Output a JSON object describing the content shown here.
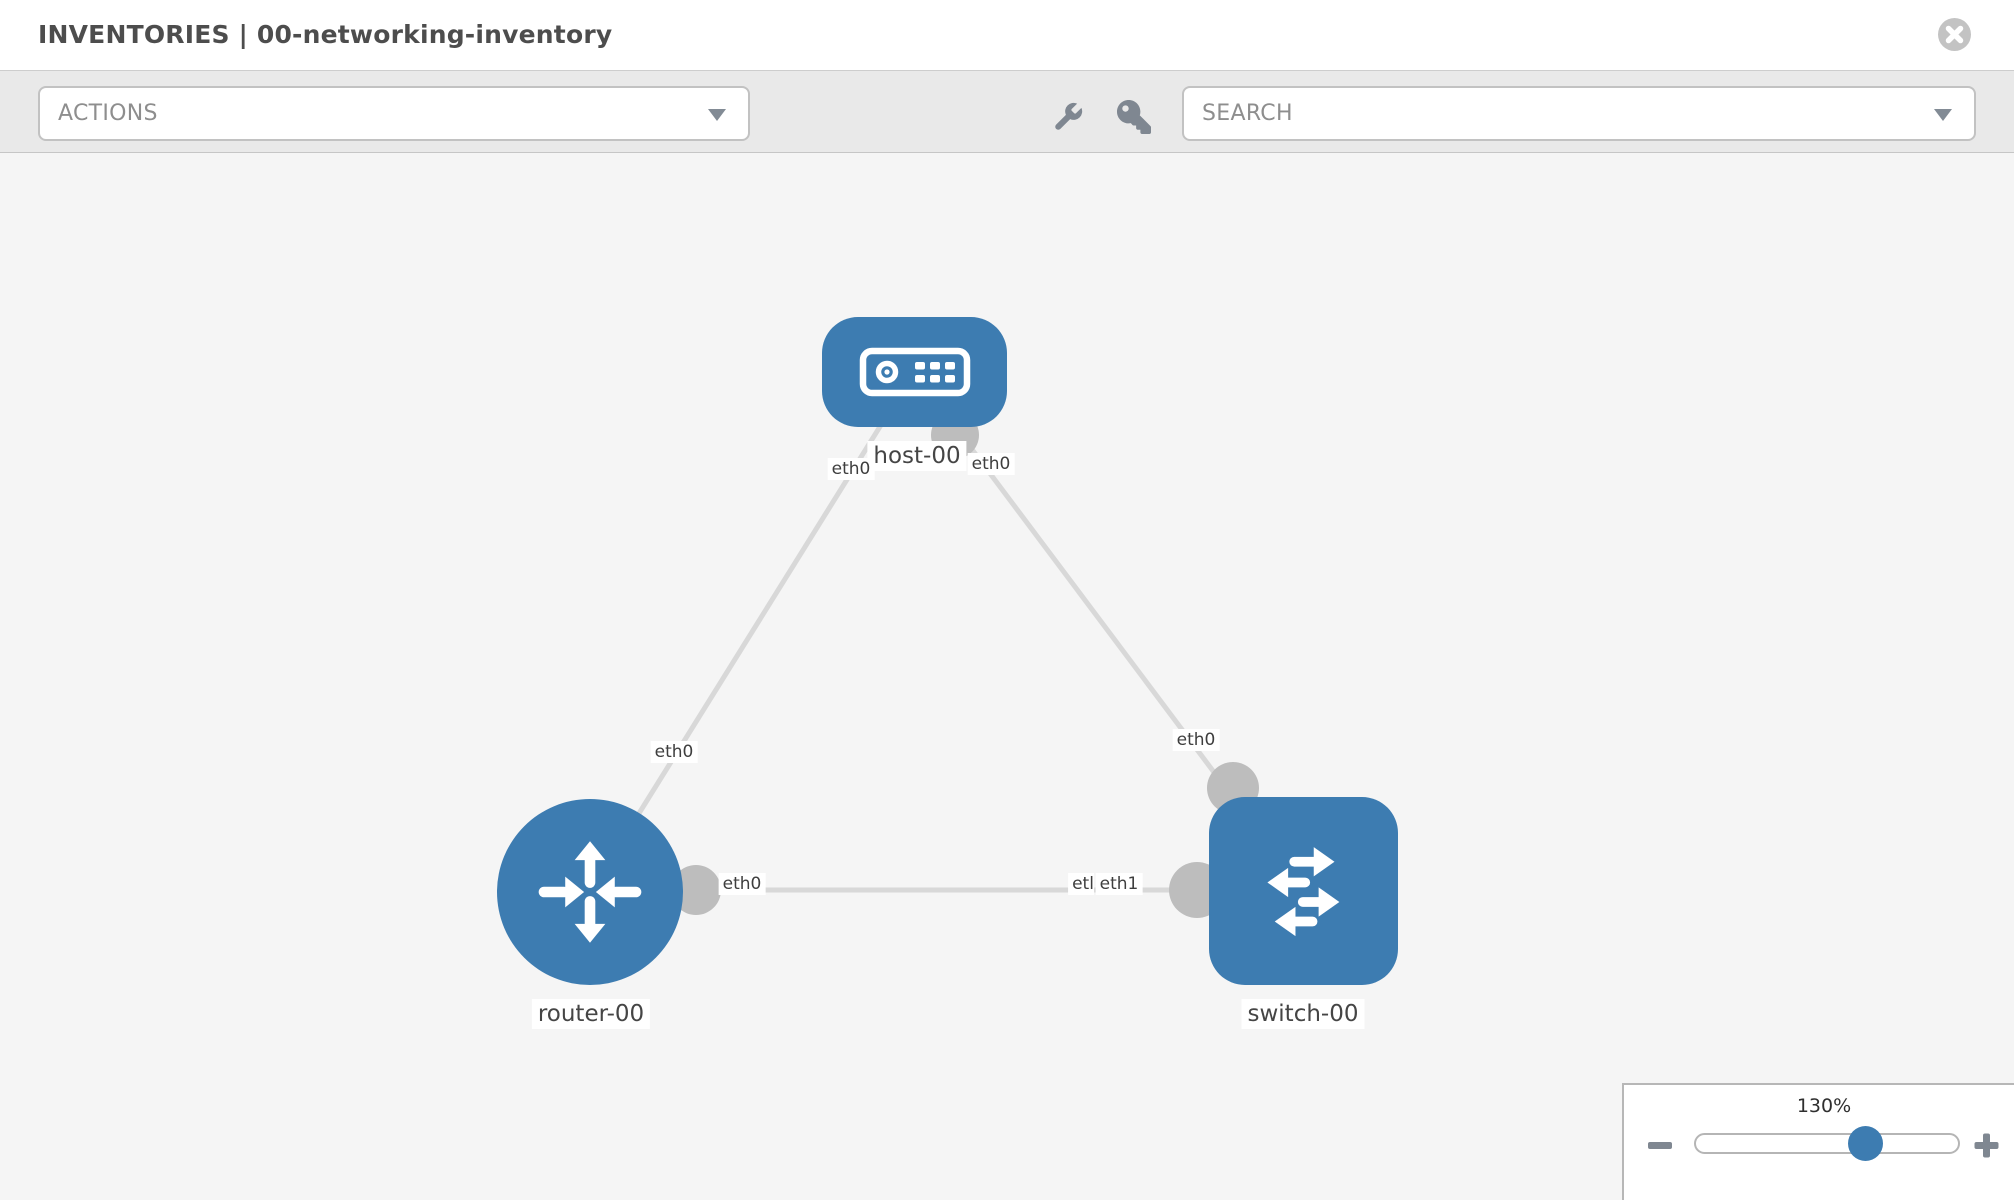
{
  "header": {
    "title": "INVENTORIES | 00-networking-inventory",
    "close_icon": "x-circle"
  },
  "toolbar": {
    "actions_dropdown": {
      "placeholder": "ACTIONS",
      "caret_icon": "chevron-down"
    },
    "wrench_icon": "wrench",
    "key_icon": "key",
    "search_dropdown": {
      "placeholder": "SEARCH",
      "caret_icon": "chevron-down"
    }
  },
  "canvas": {
    "nodes": [
      {
        "id": "host-00",
        "label": "host-00",
        "type": "host",
        "icon": "server-icon"
      },
      {
        "id": "router-00",
        "label": "router-00",
        "type": "router",
        "icon": "router-arrows-icon"
      },
      {
        "id": "switch-00",
        "label": "switch-00",
        "type": "switch",
        "icon": "switch-arrows-icon"
      }
    ],
    "links": [
      {
        "source": "host-00",
        "target": "router-00",
        "source_interface": "eth0",
        "target_interface": "eth0"
      },
      {
        "source": "host-00",
        "target": "switch-00",
        "source_interface": "eth0",
        "target_interface": "eth0"
      },
      {
        "source": "router-00",
        "target": "switch-00",
        "source_interface": "eth0",
        "target_interface": "eth1",
        "obscured_label_fragment": "etl"
      }
    ]
  },
  "zoom_control": {
    "level": "130%",
    "minus_icon": "minus",
    "plus_icon": "plus"
  },
  "colors": {
    "node_blue": "#3d7cb1",
    "link_gray": "#d8d8d8",
    "endpoint_gray": "#bdbdbd",
    "canvas_bg": "#f5f5f5",
    "toolbar_bg": "#e9e9e9",
    "header_text": "#4d4d4d",
    "placeholder_gray": "#8e8e8e",
    "icon_gray": "#7f8791",
    "close_gray": "#c3c3c3"
  }
}
